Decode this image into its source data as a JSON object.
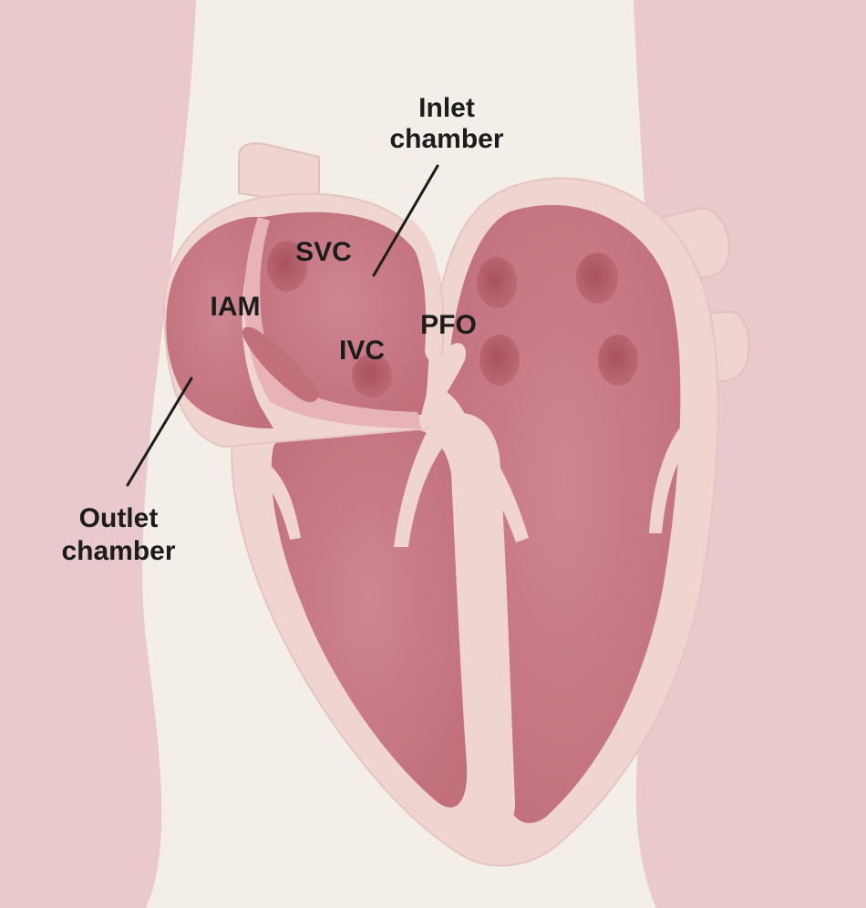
{
  "labels": {
    "inlet_line1": "Inlet",
    "inlet_line2": "chamber",
    "svc": "SVC",
    "iam": "IAM",
    "pfo": "PFO",
    "ivc": "IVC",
    "outlet_line1": "Outlet",
    "outlet_line2": "chamber"
  },
  "colors": {
    "outer_background": "#e9c9cc",
    "center_band": "#f3eee8",
    "heart_wall": "#efd4cf",
    "chamber_fill": "#cd7e89",
    "opening_fill": "#b3606d",
    "label_text": "#1c1c1c"
  }
}
